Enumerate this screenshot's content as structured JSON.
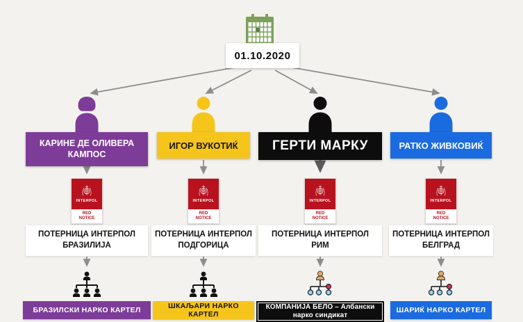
{
  "page": {
    "background": "#f4f2ee",
    "arrow_color": "#8d8d8d"
  },
  "timeline": {
    "date": "01.10.2020",
    "calendar_icon": "calendar-icon",
    "calendar_color": "#7da05b"
  },
  "interpol": {
    "org": "INTERPOL",
    "notice": "RED NOTICE",
    "red": "#b8121f"
  },
  "columns": [
    {
      "name": "КАРИНЕ ДЕ ОЛИВЕРА КАМПОС",
      "accent": "#7d3c98",
      "name_fg": "#ffffff",
      "person_icon": "female-silhouette",
      "warrant_line1": "ПОТЕРНИЦА ИНТЕРПОЛ",
      "warrant_line2": "БРАЗИЛИЈА",
      "org_chart_icon": "black-hierarchy",
      "cartel": "БРАЗИЛСКИ НАРКО КАРТЕЛ",
      "cartel_bg": "#7d3c98",
      "cartel_fg": "#ffffff"
    },
    {
      "name": "ИГОР ВУКОТИЌ",
      "accent": "#f6c51b",
      "name_fg": "#141414",
      "person_icon": "male-silhouette",
      "warrant_line1": "ПОТЕРНИЦА ИНТЕРПОЛ",
      "warrant_line2": "ПОДГОРИЦА",
      "org_chart_icon": "black-hierarchy",
      "cartel": "ШКАЉАРИ НАРКО КАРТЕЛ",
      "cartel_bg": "#f6c51b",
      "cartel_fg": "#141414"
    },
    {
      "name": "ГЕРТИ МАРКУ",
      "accent": "#0d0d0d",
      "name_fg": "#ffffff",
      "person_icon": "male-silhouette",
      "warrant_line1": "ПОТЕРНИЦА ИНТЕРПОЛ",
      "warrant_line2": "РИМ",
      "org_chart_icon": "colored-hierarchy",
      "cartel": "КОМПАНИЈА БЕЛО – Албански нарко синдикат",
      "cartel_bg": "#0d0d0d",
      "cartel_fg": "#ffffff"
    },
    {
      "name": "РАТКО ЖИВКОВИЌ",
      "accent": "#1b6be0",
      "name_fg": "#ffffff",
      "person_icon": "male-silhouette",
      "warrant_line1": "ПОТЕРНИЦА ИНТЕРПОЛ",
      "warrant_line2": "БЕЛГРАД",
      "org_chart_icon": "colored-hierarchy",
      "cartel": "ШАРИЌ НАРКО КАРТЕЛ",
      "cartel_bg": "#1b6be0",
      "cartel_fg": "#ffffff"
    }
  ]
}
